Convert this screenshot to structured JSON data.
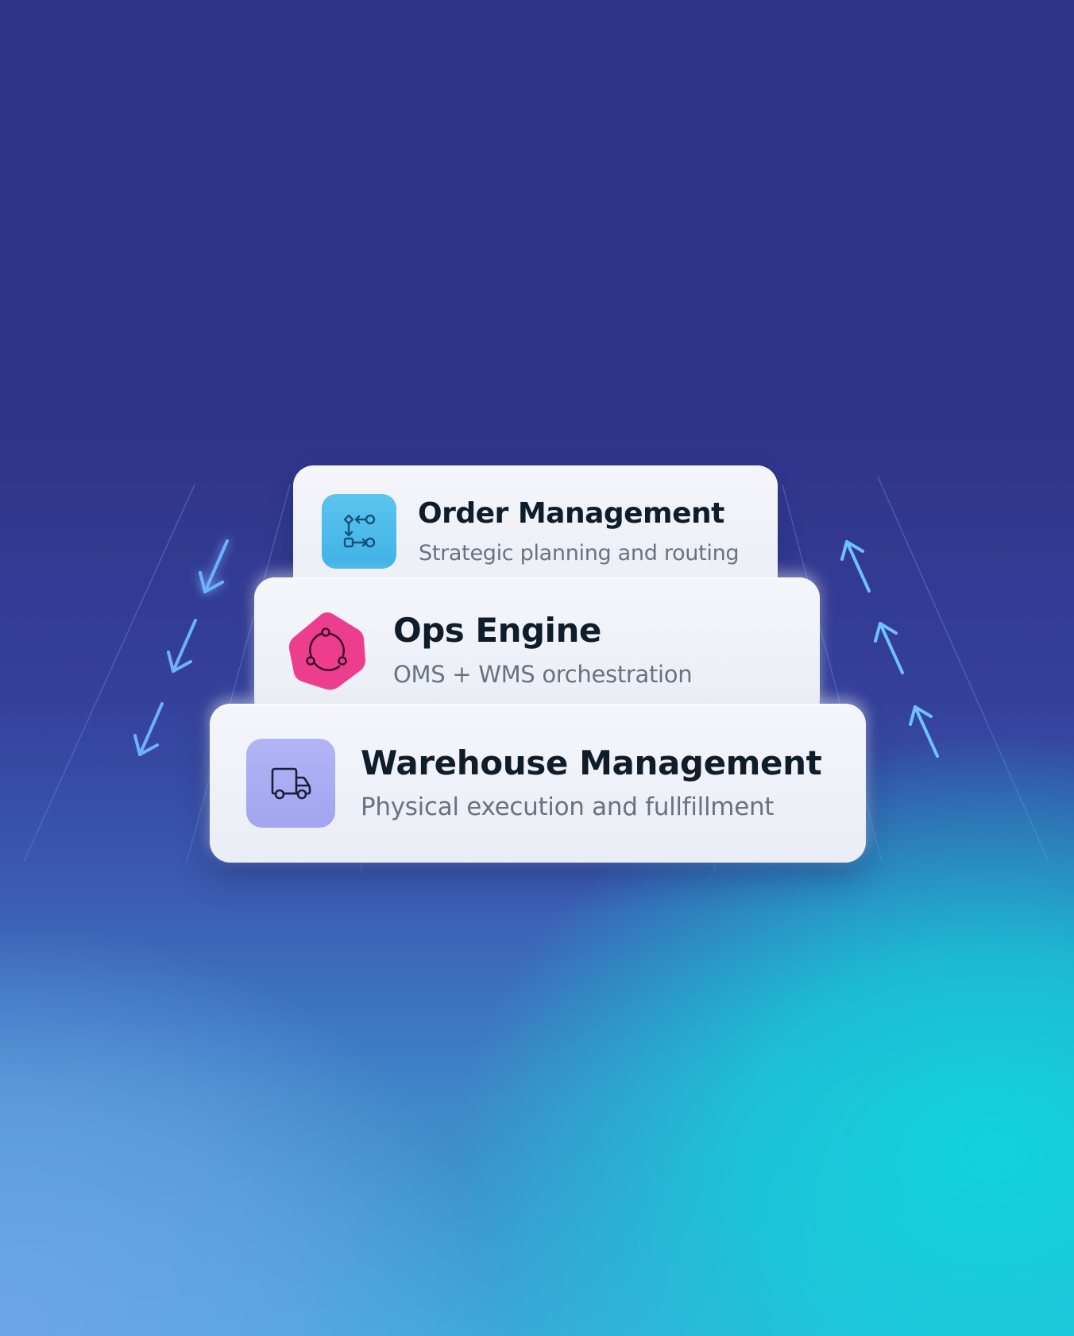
{
  "cards": {
    "order": {
      "title": "Order Management",
      "subtitle": "Strategic planning and routing",
      "icon": "flow-routing-icon",
      "tile_color": "#4fbdec"
    },
    "ops": {
      "title": "Ops Engine",
      "subtitle": "OMS + WMS orchestration",
      "icon": "cycle-orchestration-icon",
      "tile_color": "#ec3d8f"
    },
    "warehouse": {
      "title": "Warehouse Management",
      "subtitle": "Physical execution and fullfillment",
      "icon": "truck-icon",
      "tile_color": "#a9acf2"
    }
  },
  "arrows": {
    "left_direction": "down",
    "right_direction": "up",
    "color": "#5aa8ff"
  },
  "colors": {
    "background_top": "#2f3387",
    "background_bottom_right": "#12d3dc",
    "background_bottom_left": "#6fa5ea",
    "text_primary": "#0f1c2a",
    "text_secondary": "#667380"
  }
}
